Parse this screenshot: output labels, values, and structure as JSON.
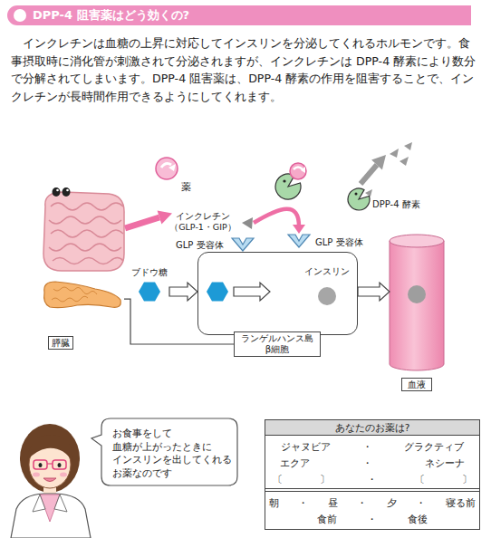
{
  "diagram": {
    "title": "DPP-4 阻害薬はどう効くの?",
    "nodes": [
      {
        "text": [
          "薬"
        ]
      },
      {
        "text": [
          "インクレチン （GLP-1・GIP）"
        ]
      },
      {
        "text": [
          "DPP-4 酵素"
        ]
      },
      {
        "text": [
          "GLP 受容体"
        ]
      },
      {
        "text": [
          "GLP 受容体"
        ]
      },
      {
        "text": [
          "ブドウ糖"
        ]
      },
      {
        "text": [
          "ランゲルハンス島 β細胞"
        ]
      },
      {
        "text": [
          "インスリン"
        ],
        "in": 6
      },
      {
        "text": [
          "血液"
        ]
      },
      {
        "text": [
          "膵臓"
        ]
      },
      {
        "text": [
          "お食事をして 血糖が上がったときに インスリンを出してくれる お薬なのです"
        ]
      },
      {
        "text": [
          "あなたのお薬は?",
          "ジャヌビア ・ グラクティブ",
          "エクア ・ ネシーナ",
          "〔 〕 ・ 〔 〕",
          "朝 ・ 昼 ・ 夕 ・ 寝る前",
          "食前 ・ 食後"
        ]
      }
    ],
    "edges": [
      {
        "from": 1,
        "to": 4,
        "arrow": "to"
      },
      {
        "from": 5,
        "to": 6,
        "arrow": "to"
      },
      {
        "from": 6,
        "to": 8,
        "arrow": "to"
      },
      {
        "from": 9,
        "to": 6,
        "arrow": "none"
      }
    ],
    "labels": [
      "インクレチンは血糖の上昇に対応してインスリンを分泌してくれるホルモンです。食事摂取時に消化管が刺激されて分泌されますが、インクレチンは DPP-4 酵素により数分で分解されてしまいます。DPP-4 阻害薬は、DPP-4 酵素の作用を阻害することで、インクレチンが長時間作用できるようにしてくれます。"
    ]
  }
}
